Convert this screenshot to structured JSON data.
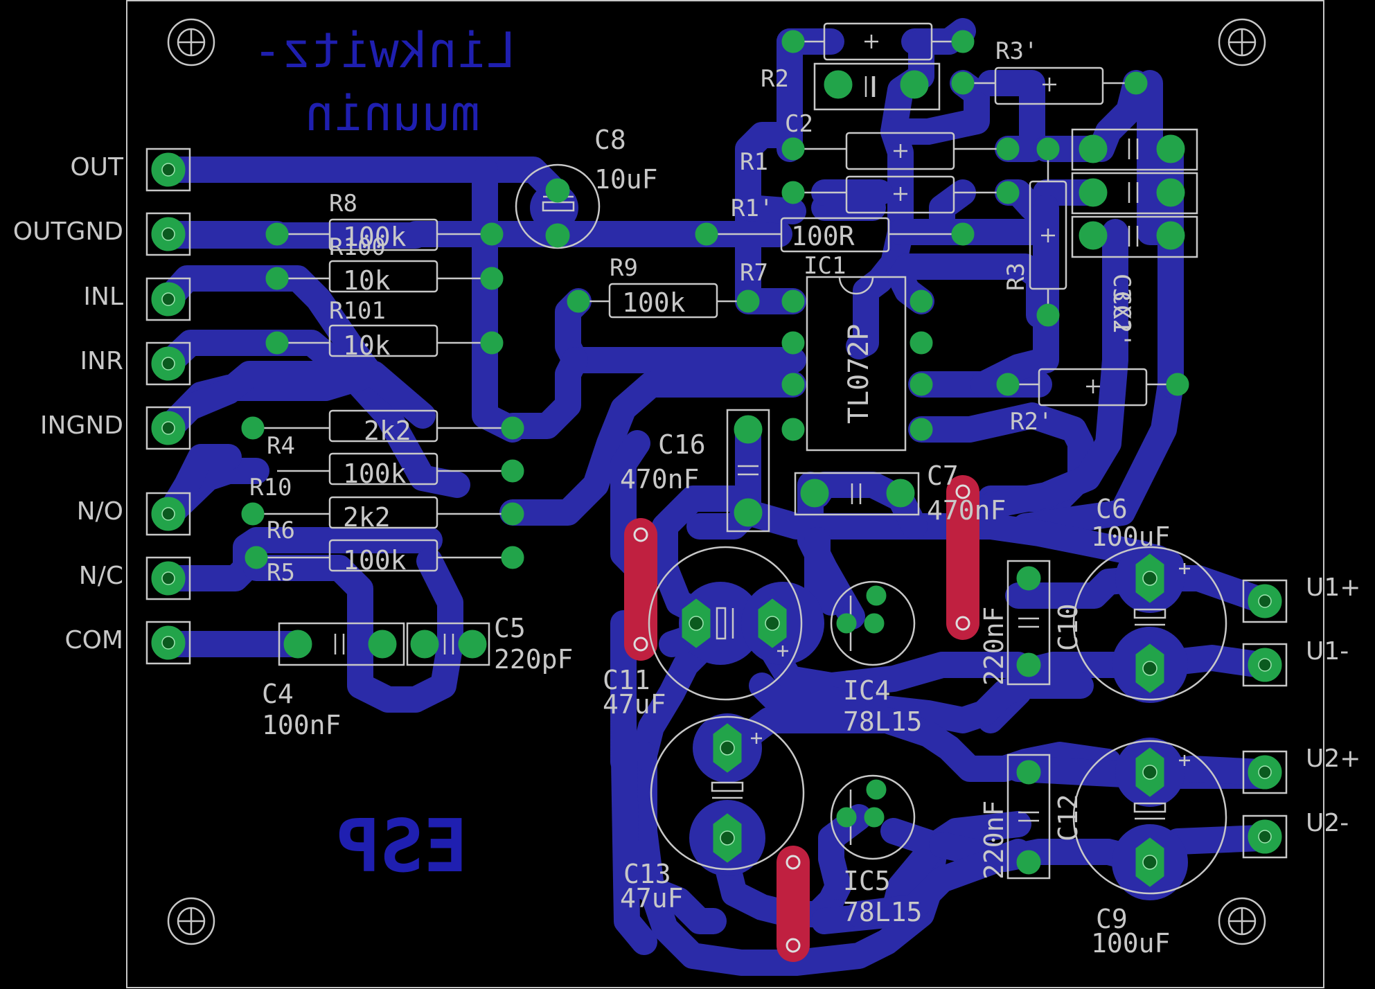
{
  "colors": {
    "background": "#000000",
    "copper": "#2b2ba8",
    "copper_text": "#1f1fb0",
    "pad": "#22a44a",
    "via": "#c02040",
    "silk": "#c8c8c8"
  },
  "board": {
    "title_line1": "Linkwitz-",
    "title_line2": "muunin",
    "logo": "ESP"
  },
  "connectors": {
    "left": [
      "OUT",
      "OUTGND",
      "INL",
      "INR",
      "INGND",
      "N/O",
      "N/C",
      "COM"
    ],
    "right": [
      "U1+",
      "U1-",
      "U2+",
      "U2-"
    ]
  },
  "parts": {
    "R8": "R8",
    "R8_val": "100k",
    "R100": "R100",
    "R100_val": "10k",
    "R101": "R101",
    "R101_val": "10k",
    "R4": "R4",
    "R4_val": "2k2",
    "R10": "R10",
    "R10_val": "100k",
    "R6": "R6",
    "R6_val": "2k2",
    "R5": "R5",
    "R5_val": "100k",
    "R9": "R9",
    "R9_val": "100k",
    "R7": "R7",
    "R7_val": "100R",
    "R2": "R2",
    "R3p": "R3'",
    "R1": "R1",
    "R1p": "R1'",
    "R3": "R3",
    "R2p": "R2'",
    "C2": "C2",
    "C3": "C3",
    "CX1": "CX1",
    "C2p": "C2'",
    "C8": "C8",
    "C8_val": "10uF",
    "IC1": "IC1",
    "IC1_val": "TL072P",
    "C16": "C16",
    "C16_val": "470nF",
    "C7": "C7",
    "C7_val": "470nF",
    "C6": "C6",
    "C6_val": "100uF",
    "C4": "C4",
    "C4_val": "100nF",
    "C5": "C5",
    "C5_val": "220pF",
    "C11": "C11",
    "C11_val": "47uF",
    "C13": "C13",
    "C13_val": "47uF",
    "IC4": "IC4",
    "IC4_val": "78L15",
    "IC5": "IC5",
    "IC5_val": "78L15",
    "C10": "C10",
    "C10_val": "220nF",
    "C12": "C12",
    "C12_val": "220nF",
    "C9": "C9",
    "C9_val": "100uF"
  }
}
